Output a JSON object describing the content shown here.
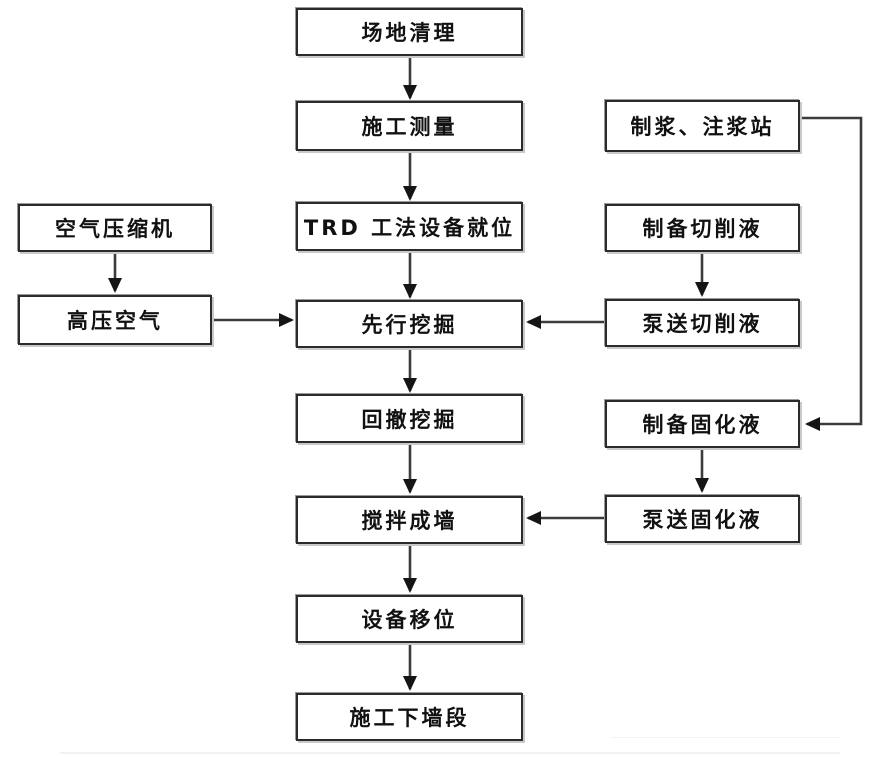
{
  "diagram": {
    "type": "flowchart",
    "language": "zh-CN",
    "colors": {
      "background": "#ffffff",
      "box_fill": "#ffffff",
      "box_border": "#2b2b2b",
      "arrow": "#3c3c3c",
      "text": "#111111"
    },
    "nodes": [
      {
        "id": "site-clearing",
        "label": "场地清理",
        "column": "center"
      },
      {
        "id": "construction-survey",
        "label": "施工测量",
        "column": "center"
      },
      {
        "id": "trd-equipment-in-place",
        "label": "TRD 工法设备就位",
        "column": "center"
      },
      {
        "id": "advance-excavation",
        "label": "先行挖掘",
        "column": "center"
      },
      {
        "id": "retreat-excavation",
        "label": "回撤挖掘",
        "column": "center"
      },
      {
        "id": "mixing-wall-formation",
        "label": "搅拌成墙",
        "column": "center"
      },
      {
        "id": "equipment-relocation",
        "label": "设备移位",
        "column": "center"
      },
      {
        "id": "construct-next-wall-segment",
        "label": "施工下墙段",
        "column": "center"
      },
      {
        "id": "air-compressor",
        "label": "空气压缩机",
        "column": "left"
      },
      {
        "id": "high-pressure-air",
        "label": "高压空气",
        "column": "left"
      },
      {
        "id": "slurry-grouting-station",
        "label": "制浆、注浆站",
        "column": "right"
      },
      {
        "id": "prepare-cutting-fluid",
        "label": "制备切削液",
        "column": "right"
      },
      {
        "id": "pump-cutting-fluid",
        "label": "泵送切削液",
        "column": "right"
      },
      {
        "id": "prepare-solidifying-fluid",
        "label": "制备固化液",
        "column": "right"
      },
      {
        "id": "pump-solidifying-fluid",
        "label": "泵送固化液",
        "column": "right"
      }
    ],
    "edges": [
      {
        "from": "site-clearing",
        "to": "construction-survey",
        "direction": "down"
      },
      {
        "from": "construction-survey",
        "to": "trd-equipment-in-place",
        "direction": "down"
      },
      {
        "from": "trd-equipment-in-place",
        "to": "advance-excavation",
        "direction": "down"
      },
      {
        "from": "advance-excavation",
        "to": "retreat-excavation",
        "direction": "down"
      },
      {
        "from": "retreat-excavation",
        "to": "mixing-wall-formation",
        "direction": "down"
      },
      {
        "from": "mixing-wall-formation",
        "to": "equipment-relocation",
        "direction": "down"
      },
      {
        "from": "equipment-relocation",
        "to": "construct-next-wall-segment",
        "direction": "down"
      },
      {
        "from": "air-compressor",
        "to": "high-pressure-air",
        "direction": "down"
      },
      {
        "from": "high-pressure-air",
        "to": "advance-excavation",
        "direction": "right"
      },
      {
        "from": "prepare-cutting-fluid",
        "to": "pump-cutting-fluid",
        "direction": "down"
      },
      {
        "from": "pump-cutting-fluid",
        "to": "advance-excavation",
        "direction": "left"
      },
      {
        "from": "slurry-grouting-station",
        "to": "prepare-solidifying-fluid",
        "direction": "right-down-left"
      },
      {
        "from": "prepare-solidifying-fluid",
        "to": "pump-solidifying-fluid",
        "direction": "down"
      },
      {
        "from": "pump-solidifying-fluid",
        "to": "mixing-wall-formation",
        "direction": "left"
      }
    ]
  }
}
